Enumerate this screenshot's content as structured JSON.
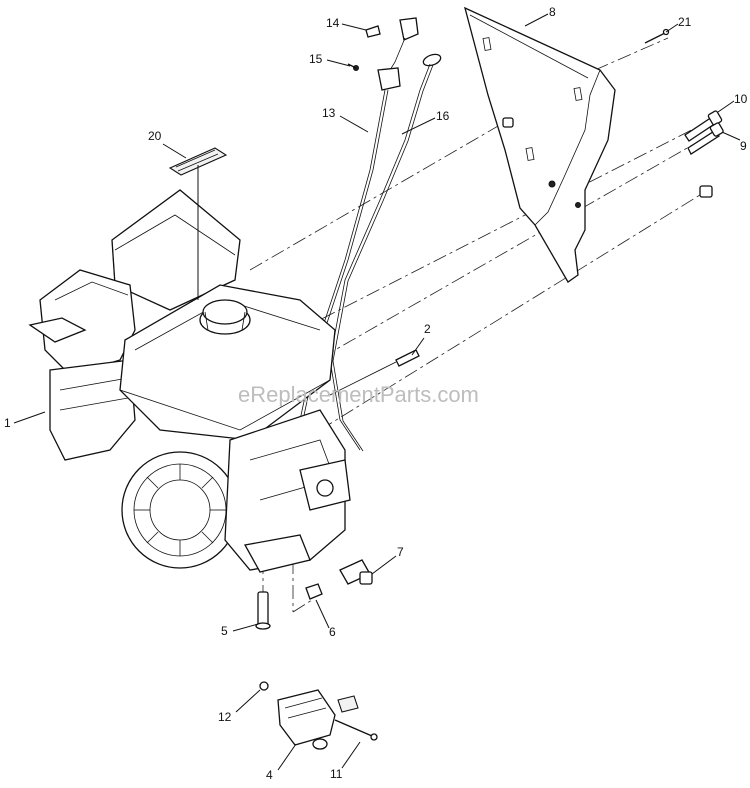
{
  "watermark": "eReplacementParts.com",
  "callouts": [
    {
      "id": "1",
      "label": "1"
    },
    {
      "id": "2",
      "label": "2"
    },
    {
      "id": "4",
      "label": "4"
    },
    {
      "id": "5",
      "label": "5"
    },
    {
      "id": "6",
      "label": "6"
    },
    {
      "id": "7",
      "label": "7"
    },
    {
      "id": "8",
      "label": "8"
    },
    {
      "id": "9",
      "label": "9"
    },
    {
      "id": "10",
      "label": "10"
    },
    {
      "id": "11",
      "label": "11"
    },
    {
      "id": "12",
      "label": "12"
    },
    {
      "id": "13",
      "label": "13"
    },
    {
      "id": "14",
      "label": "14"
    },
    {
      "id": "15",
      "label": "15"
    },
    {
      "id": "16",
      "label": "16"
    },
    {
      "id": "20",
      "label": "20"
    },
    {
      "id": "21",
      "label": "21"
    }
  ]
}
